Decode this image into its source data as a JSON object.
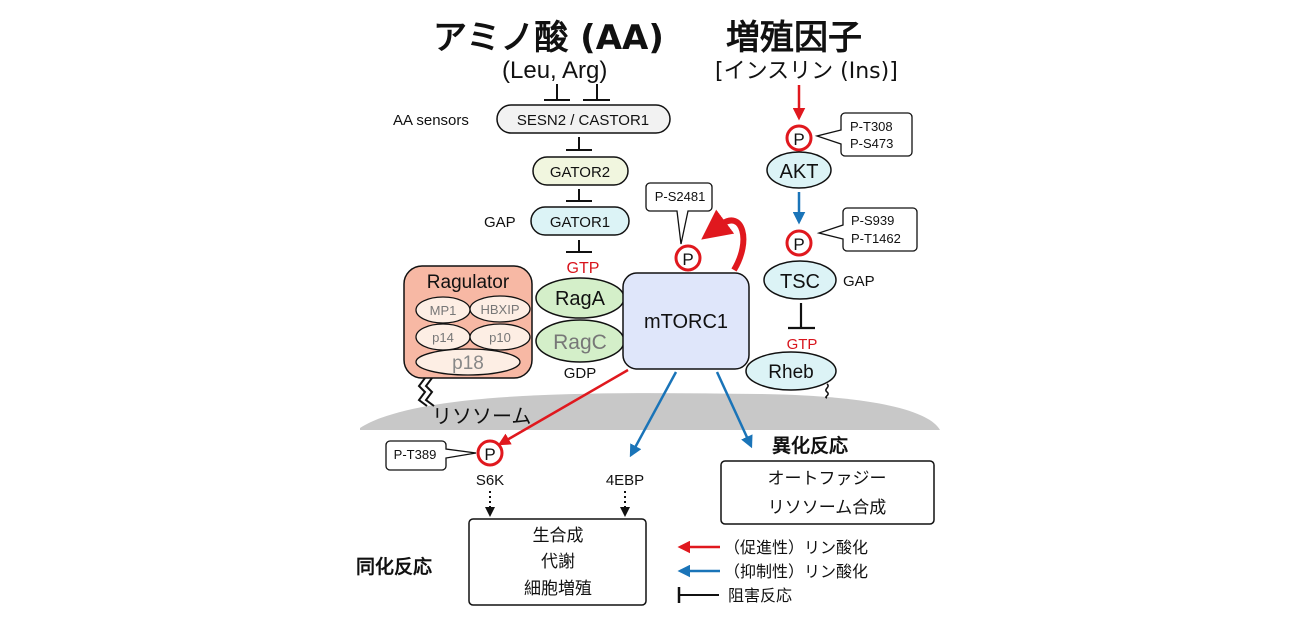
{
  "headers": {
    "amino_acid": "アミノ酸 (AA)",
    "amino_acid_sub": "(Leu, Arg)",
    "growth_factor": "増殖因子",
    "growth_factor_sub": "[インスリン (Ins)]"
  },
  "left_pathway": {
    "sensor_label": "AA sensors",
    "sensor": "SESN2 / CASTOR1",
    "gator2": "GATOR2",
    "gap_label": "GAP",
    "gator1": "GATOR1",
    "gtp": "GTP",
    "raga": "RagA",
    "ragc": "RagC",
    "gdp": "GDP",
    "ragulator": {
      "title": "Ragulator",
      "subunits": [
        "MP1",
        "HBXIP",
        "p14",
        "p10",
        "p18"
      ]
    }
  },
  "center": {
    "mtorc1": "mTORC1",
    "phospho": "P",
    "site": "P-S2481"
  },
  "right_pathway": {
    "akt": "AKT",
    "akt_sites": [
      "P-T308",
      "P-S473"
    ],
    "tsc": "TSC",
    "tsc_sites": [
      "P-S939",
      "P-T1462"
    ],
    "gap_label": "GAP",
    "gtp": "GTP",
    "rheb": "Rheb",
    "phospho": "P"
  },
  "lysosome": "リソソーム",
  "downstream": {
    "s6k": "S6K",
    "s6k_site": "P-T389",
    "phospho": "P",
    "ebp": "4EBP",
    "catabolism_title": "異化反応",
    "catabolism_items": [
      "オートファジー",
      "リソソーム合成"
    ],
    "anabolism_title": "同化反応",
    "anabolism_items": [
      "生合成",
      "代謝",
      "細胞増殖"
    ]
  },
  "legend": [
    {
      "label": "（促進性）リン酸化",
      "type": "arrow",
      "color": "#e0181e"
    },
    {
      "label": "（抑制性）リン酸化",
      "type": "arrow",
      "color": "#1a74b8"
    },
    {
      "label": "阻害反応",
      "type": "inhibit",
      "color": "#111111"
    }
  ],
  "colors": {
    "red": "#e0181e",
    "blue": "#1a74b8",
    "mtorc1_fill": "#dfe6fa",
    "rag_fill": "#d4efc9",
    "ragulator_fill": "#f7b8a4",
    "subunit_fill": "#fdeee4",
    "cyan_fill": "#dcf3f6",
    "gator2_fill": "#f1f6df",
    "sensor_fill": "#f2f2f2",
    "lysosome_fill": "#c8c8c8"
  }
}
